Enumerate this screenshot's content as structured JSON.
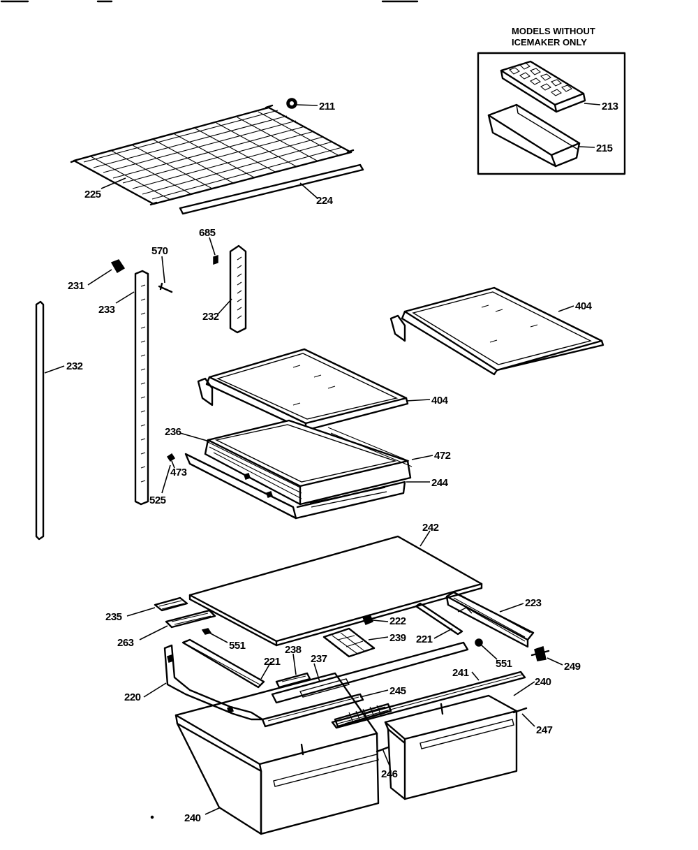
{
  "inset": {
    "title_line1": "MODELS WITHOUT",
    "title_line2": "ICEMAKER ONLY"
  },
  "callouts": {
    "c211": "211",
    "c213": "213",
    "c215": "215",
    "c225": "225",
    "c224": "224",
    "c685": "685",
    "c570": "570",
    "c231": "231",
    "c233": "233",
    "c232a": "232",
    "c232b": "232",
    "c404a": "404",
    "c404b": "404",
    "c236": "236",
    "c472": "472",
    "c473": "473",
    "c244": "244",
    "c525": "525",
    "c242": "242",
    "c223": "223",
    "c235": "235",
    "c222": "222",
    "c263": "263",
    "c239": "239",
    "c221a": "221",
    "c551a": "551",
    "c551b": "551",
    "c249": "249",
    "c238": "238",
    "c237": "237",
    "c221b": "221",
    "c241": "241",
    "c240a": "240",
    "c220": "220",
    "c245": "245",
    "c247": "247",
    "c246": "246",
    "c240b": "240"
  }
}
